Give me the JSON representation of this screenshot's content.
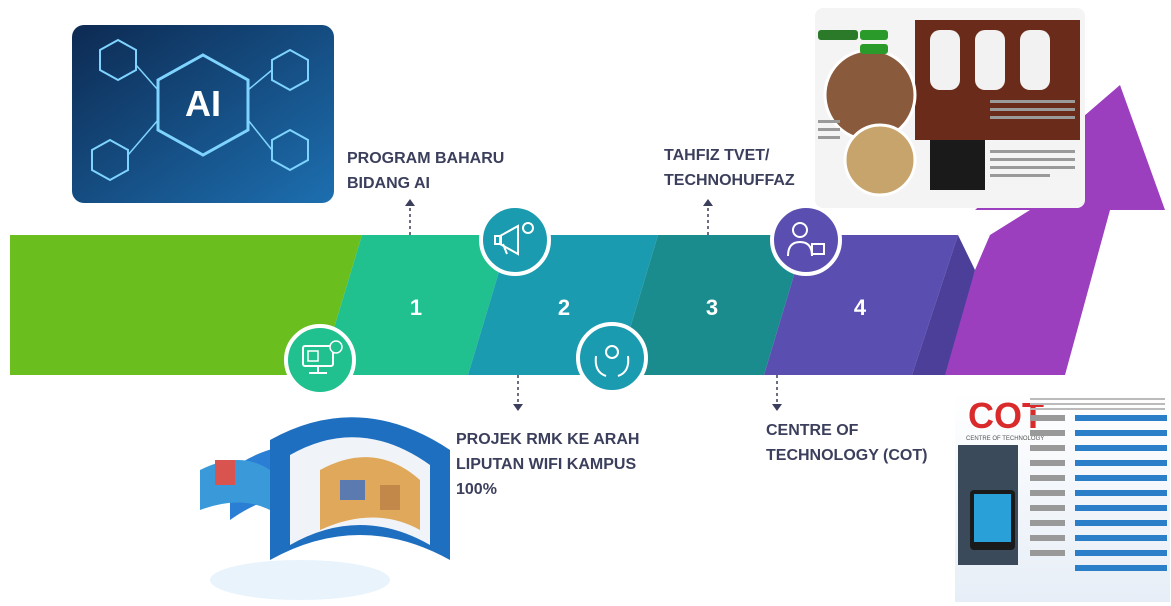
{
  "steps": [
    {
      "number": "1",
      "title_lines": [
        "PROGRAM BAHARU",
        "BIDANG AI"
      ],
      "icon": "computer-chip-icon"
    },
    {
      "number": "2",
      "title_lines": [
        "PROJEK RMK KE ARAH",
        "LIPUTAN WIFI KAMPUS",
        "100%"
      ],
      "icon": "megaphone-gear-icon"
    },
    {
      "number": "3",
      "title_lines": [
        "TAHFIZ TVET/",
        "TECHNOHUFFAZ"
      ],
      "icon": "hands-gear-icon"
    },
    {
      "number": "4",
      "title_lines": [
        "CENTRE OF",
        "TECHNOLOGY (COT)"
      ],
      "icon": "person-briefcase-icon"
    }
  ],
  "images": {
    "ai": {
      "text": "AI"
    },
    "cot": {
      "logo_text": "COT",
      "subtitle": "CENTRE OF TECHNOLOGY"
    }
  },
  "colors": {
    "band_green": "#6abf1e",
    "seg1": "#20c08f",
    "seg2": "#1b9bb0",
    "seg3": "#1b8c8e",
    "seg4": "#5a4fb0",
    "arrow": "#9b3fbf",
    "label_text": "#3b3f5c"
  }
}
